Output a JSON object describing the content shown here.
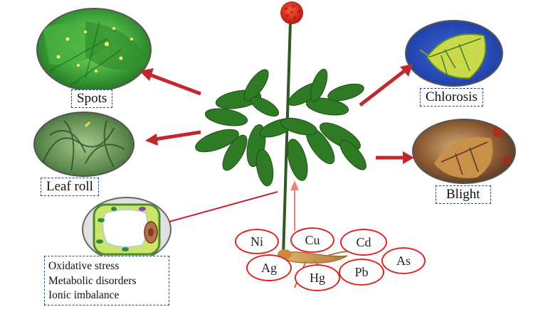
{
  "symptoms": {
    "spots": "Spots",
    "leaf_roll": "Leaf roll",
    "chlorosis": "Chlorosis",
    "blight": "Blight"
  },
  "cellular_effects": [
    "Oxidative stress",
    "Metabolic disorders",
    "Ionic imbalance"
  ],
  "metals": [
    "Ni",
    "Cu",
    "Cd",
    "Ag",
    "Hg",
    "Pb",
    "As"
  ],
  "colors": {
    "arrow": "#c0282d",
    "uptake_arrow": "#f08080",
    "metal_outline": "#e02424",
    "label_border": "#2e4a86",
    "berry": "#d42a1a",
    "leaf": "#2f7a24"
  }
}
